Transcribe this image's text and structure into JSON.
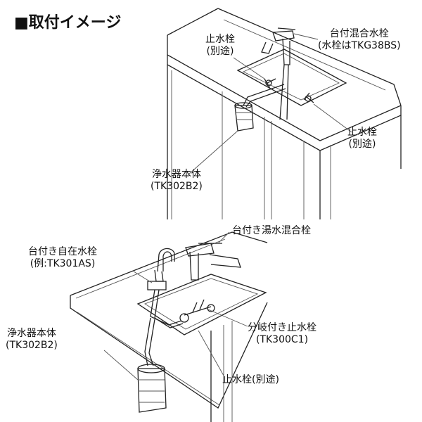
{
  "title": "■取付イメージ",
  "top": {
    "labels": {
      "stop_valve_left_1": "止水栓",
      "stop_valve_left_2": "(別途)",
      "mixer_1": "台付混合水栓",
      "mixer_2": "(水栓はTKG38BS)",
      "stop_valve_right_1": "止水栓",
      "stop_valve_right_2": "(別途)",
      "purifier_1": "浄水器本体",
      "purifier_2": "(TK302B2)"
    }
  },
  "bottom": {
    "labels": {
      "hot_mixer": "台付き湯水混合栓",
      "free_faucet_1": "台付き自在水栓",
      "free_faucet_2": "(例:TK301AS)",
      "purifier_1": "浄水器本体",
      "purifier_2": "(TK302B2)",
      "branch_valve_1": "分岐付き止水栓",
      "branch_valve_2": "(TK300C1)",
      "stop_valve": "止水栓(別途)"
    }
  }
}
